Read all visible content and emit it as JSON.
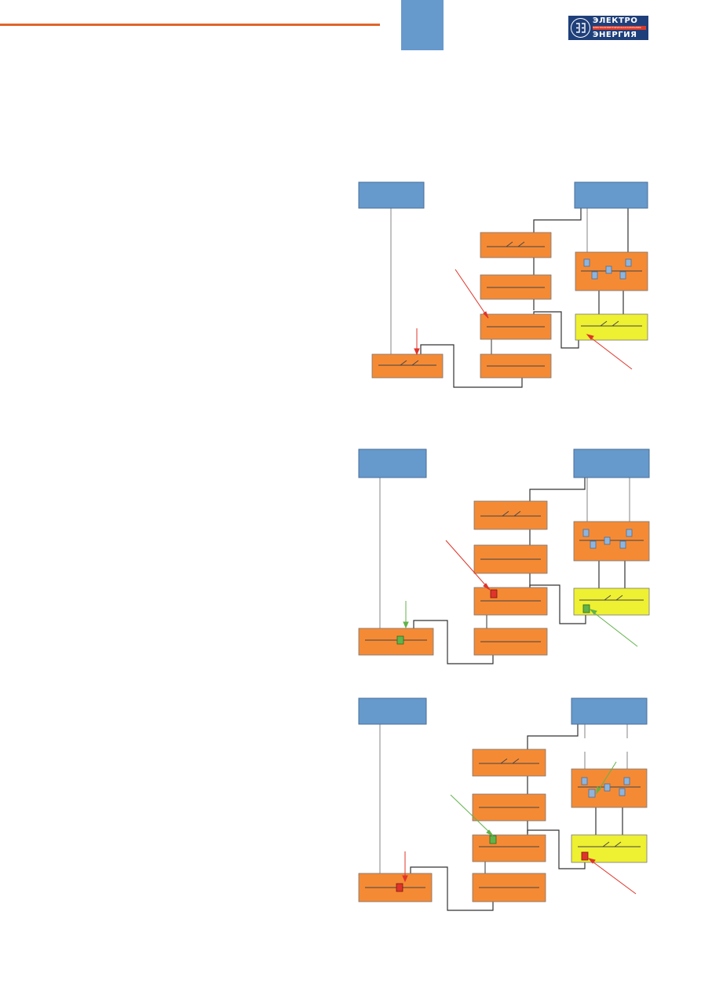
{
  "header": {
    "accent_color": "#e0652a",
    "tab_color": "#6699cc"
  },
  "logo": {
    "line1": "ЭЛЕКТРО",
    "line2": "ЭЛЕКТРОЭНЕРГЕТИЧЕСКАЯ КОМПАНИЯ",
    "line3": "ЭНЕРГИЯ",
    "background": "#1f3f7a",
    "stripe": "#d83a2a"
  },
  "colors": {
    "substation_box": "#6699cc",
    "feeder_box": "#f58a35",
    "highlight_box": "#eef032",
    "switch_icon": "#8fb4dc",
    "fault_marker": "#e0342a",
    "restored_marker": "#62b34a"
  },
  "diagrams": [
    {
      "state": "fault-location",
      "red_arrows": 3,
      "green_arrows": 0
    },
    {
      "state": "fault-isolation",
      "red_arrows": 1,
      "green_arrows": 2
    },
    {
      "state": "power-restoration",
      "red_arrows": 2,
      "green_arrows": 2
    }
  ]
}
